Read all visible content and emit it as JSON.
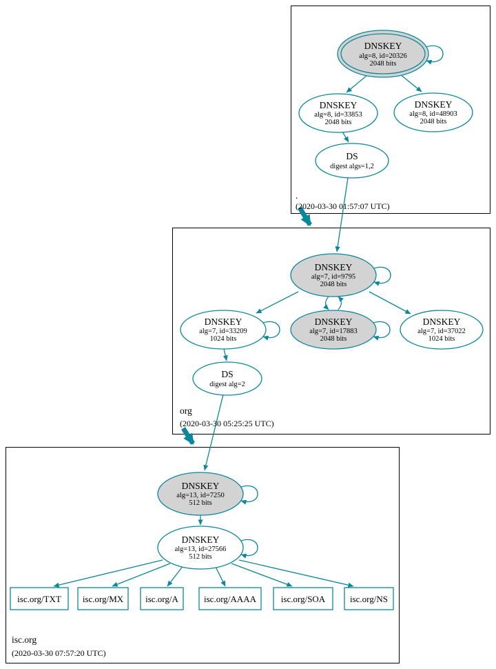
{
  "colors": {
    "edge_teal": "#0a879a",
    "ksk_gray": "#d3d3d3",
    "node_white": "#ffffff",
    "box_border": "#000000"
  },
  "root_zone": {
    "label": ".",
    "timestamp": "(2020-03-30 01:57:07 UTC)",
    "ksk": {
      "title": "DNSKEY",
      "detail1": "alg=8, id=20326",
      "detail2": "2048 bits"
    },
    "zsk1": {
      "title": "DNSKEY",
      "detail1": "alg=8, id=33853",
      "detail2": "2048 bits"
    },
    "zsk2": {
      "title": "DNSKEY",
      "detail1": "alg=8, id=48903",
      "detail2": "2048 bits"
    },
    "ds": {
      "title": "DS",
      "detail1": "digest algs=1,2"
    }
  },
  "org_zone": {
    "label": "org",
    "timestamp": "(2020-03-30 05:25:25 UTC)",
    "ksk": {
      "title": "DNSKEY",
      "detail1": "alg=7, id=9795",
      "detail2": "2048 bits"
    },
    "zsk1": {
      "title": "DNSKEY",
      "detail1": "alg=7, id=33209",
      "detail2": "1024 bits"
    },
    "zsk2": {
      "title": "DNSKEY",
      "detail1": "alg=7, id=17883",
      "detail2": "2048 bits"
    },
    "zsk3": {
      "title": "DNSKEY",
      "detail1": "alg=7, id=37022",
      "detail2": "1024 bits"
    },
    "ds": {
      "title": "DS",
      "detail1": "digest alg=2"
    }
  },
  "isc_zone": {
    "label": "isc.org",
    "timestamp": "(2020-03-30 07:57:20 UTC)",
    "ksk": {
      "title": "DNSKEY",
      "detail1": "alg=13, id=7250",
      "detail2": "512 bits"
    },
    "zsk": {
      "title": "DNSKEY",
      "detail1": "alg=13, id=27566",
      "detail2": "512 bits"
    },
    "records": [
      {
        "label": "isc.org/TXT"
      },
      {
        "label": "isc.org/MX"
      },
      {
        "label": "isc.org/A"
      },
      {
        "label": "isc.org/AAAA"
      },
      {
        "label": "isc.org/SOA"
      },
      {
        "label": "isc.org/NS"
      }
    ]
  }
}
